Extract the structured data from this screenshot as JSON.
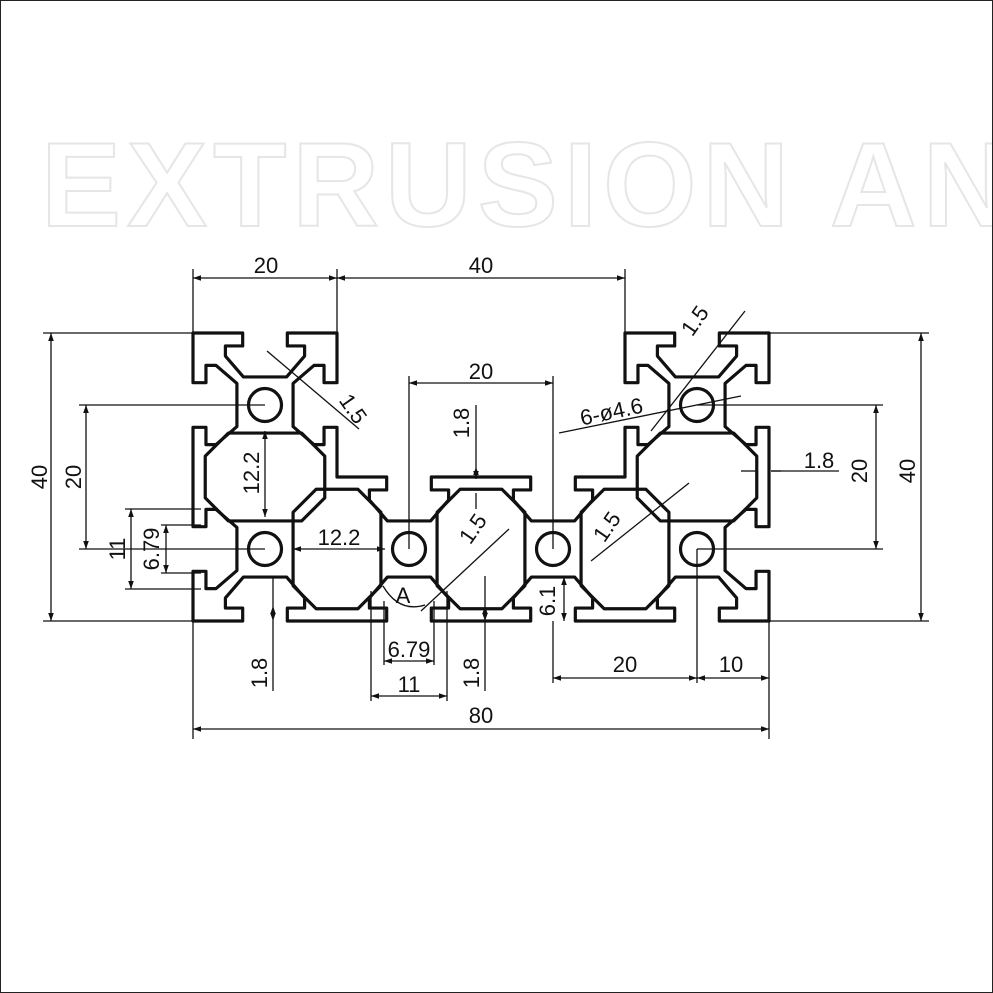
{
  "watermark": "EXTRUSION AND",
  "dimensions": {
    "top_left_width": "20",
    "top_gap_width": "40",
    "center_pitch": "20",
    "left_height": "40",
    "left_pitch": "20",
    "slot_11_left": "11",
    "slot_679_left": "6.79",
    "cavity_vertical": "12.2",
    "cavity_horizontal": "12.2",
    "top_wall_18": "1.8",
    "web_15_top_left": "1.5",
    "web_15_center": "1.5",
    "web_15_right": "1.5",
    "web_15_top_right": "1.5",
    "holes": "6-ø4.6",
    "right_wall_18": "1.8",
    "right_pitch": "20",
    "right_height": "40",
    "bottom_wall_18_left": "1.8",
    "slot_679_bottom": "6.79",
    "slot_11_bottom": "11",
    "bottom_wall_18_center": "1.8",
    "slot_depth": "6.1",
    "bottom_pitch_20": "20",
    "bottom_edge_10": "10",
    "total_width": "80",
    "detail_label": "A"
  }
}
